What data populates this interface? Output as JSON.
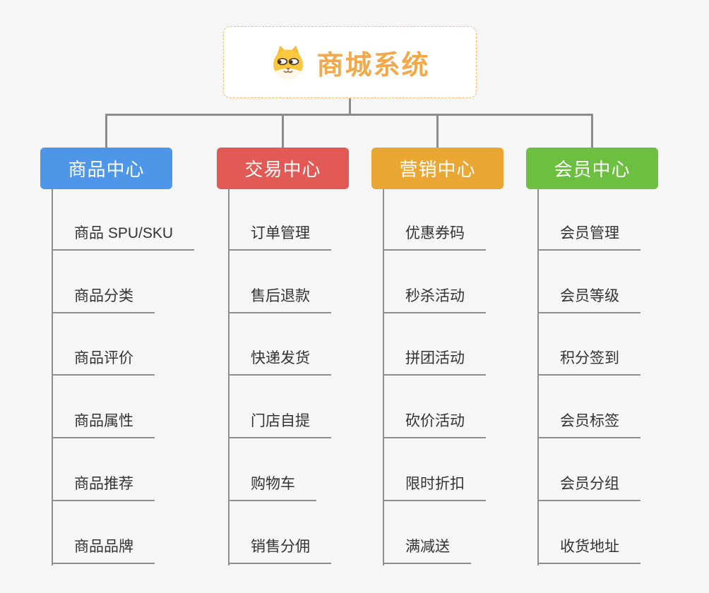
{
  "root": {
    "title": "商城系统",
    "icon": "dog-face-icon",
    "title_color": "#F2A94A",
    "border_color": "#F0C06A"
  },
  "background_color": "#F6F6F6",
  "connector_color": "#8C8C8C",
  "item_line_color": "#8E8E8E",
  "item_text_color": "#333333",
  "branches": [
    {
      "label": "商品中心",
      "color": "#4D96E8",
      "items": [
        "商品 SPU/SKU",
        "商品分类",
        "商品评价",
        "商品属性",
        "商品推荐",
        "商品品牌"
      ]
    },
    {
      "label": "交易中心",
      "color": "#E15A55",
      "items": [
        "订单管理",
        "售后退款",
        "快递发货",
        "门店自提",
        "购物车",
        "销售分佣"
      ]
    },
    {
      "label": "营销中心",
      "color": "#EBA734",
      "items": [
        "优惠券码",
        "秒杀活动",
        "拼团活动",
        "砍价活动",
        "限时折扣",
        "满减送"
      ]
    },
    {
      "label": "会员中心",
      "color": "#6CBF40",
      "items": [
        "会员管理",
        "会员等级",
        "积分签到",
        "会员标签",
        "会员分组",
        "收货地址"
      ]
    }
  ]
}
